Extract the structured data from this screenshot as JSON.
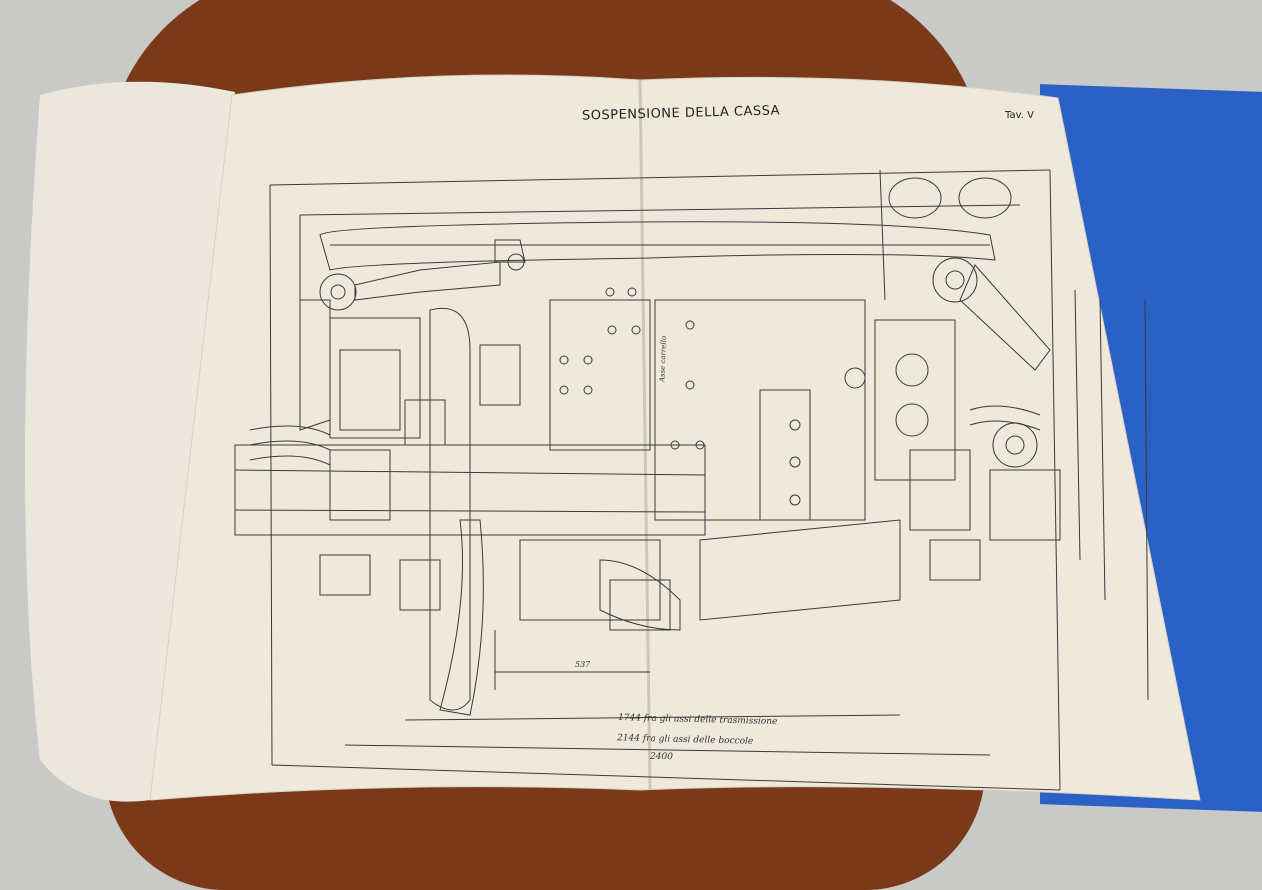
{
  "page": {
    "title": "SOSPENSIONE DELLA CASSA",
    "plate": "Tav. V"
  },
  "drawing": {
    "caption_1": "1744 fra gli assi delle trasmissione",
    "caption_2": "2144 fra gli assi delle boccole",
    "caption_3": "2400",
    "dim_label": "537",
    "vertical_label": "Asse carrello"
  },
  "colors": {
    "paper": "#efe9dc",
    "ink": "#3a3a3a",
    "binder": "#2b61c6",
    "chair": "#7a3a1a"
  }
}
